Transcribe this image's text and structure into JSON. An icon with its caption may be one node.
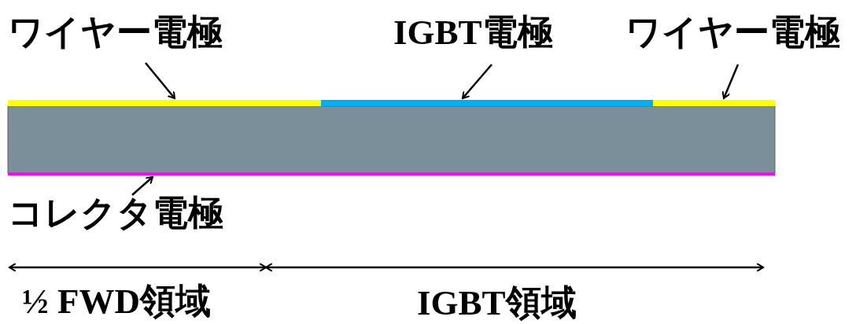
{
  "diagram": {
    "nodes": [
      {
        "text": [
          "ワイヤー電極"
        ]
      },
      {
        "text": [],
        "shape": "bar"
      },
      {
        "text": [
          "IGBT電極"
        ]
      },
      {
        "text": [],
        "shape": "bar"
      },
      {
        "text": [
          "ワイヤー電極"
        ]
      },
      {
        "text": [],
        "shape": "bar"
      },
      {
        "text": [
          "コレクタ電極"
        ]
      },
      {
        "text": [],
        "shape": "bar"
      }
    ],
    "edges": [
      {
        "from": 0,
        "to": 1,
        "arrow": "to"
      },
      {
        "from": 2,
        "to": 3,
        "arrow": "to"
      },
      {
        "from": 4,
        "to": 5,
        "arrow": "to"
      },
      {
        "from": 6,
        "to": 7,
        "arrow": "to"
      }
    ],
    "labels": [
      "½ FWD領域",
      "IGBT領域"
    ]
  }
}
